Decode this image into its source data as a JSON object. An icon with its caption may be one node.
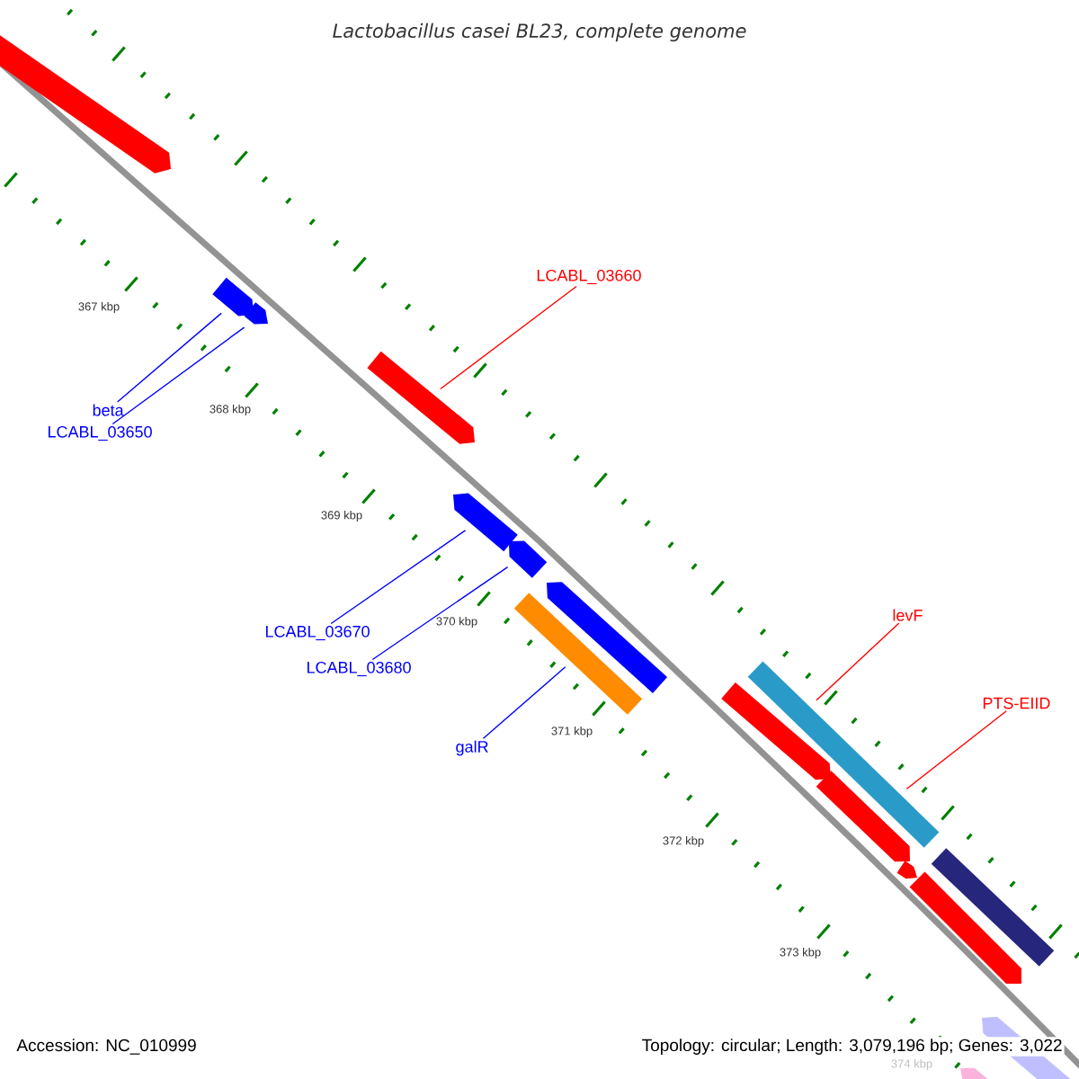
{
  "diagram": {
    "title": "Lactobacillus casei BL23, complete genome",
    "nodes": [
      {
        "text": [
          "LCABL_03660"
        ]
      },
      {
        "text": [],
        "shape": "arrow"
      },
      {
        "text": [
          "beta"
        ]
      },
      {
        "text": [
          "LCABL_03650"
        ]
      },
      {
        "text": [],
        "shape": "arrow"
      },
      {
        "text": [],
        "shape": "arrow"
      },
      {
        "text": [
          "LCABL_03670"
        ]
      },
      {
        "text": [
          "LCABL_03680"
        ]
      },
      {
        "text": [],
        "shape": "arrow"
      },
      {
        "text": [],
        "shape": "arrow"
      },
      {
        "text": [
          "galR"
        ]
      },
      {
        "text": [],
        "shape": "arrow"
      },
      {
        "text": [
          "levF"
        ]
      },
      {
        "text": [],
        "shape": "arrow"
      },
      {
        "text": [
          "PTS-EIID"
        ]
      },
      {
        "text": [],
        "shape": "arrow"
      },
      {
        "text": [],
        "shape": "arrow"
      },
      {
        "text": [],
        "shape": "bar"
      },
      {
        "text": [],
        "shape": "bar"
      },
      {
        "text": [],
        "shape": "bar"
      },
      {
        "text": [],
        "shape": "arrow"
      },
      {
        "text": [],
        "shape": "arrow"
      },
      {
        "text": [],
        "shape": "arrow"
      }
    ],
    "edges": [
      {
        "from": 0,
        "to": 1,
        "arrow": "none",
        "color": "#ff0000"
      },
      {
        "from": 2,
        "to": 4,
        "arrow": "none"
      },
      {
        "from": 3,
        "to": 5,
        "arrow": "none"
      },
      {
        "from": 6,
        "to": 8,
        "arrow": "none"
      },
      {
        "from": 7,
        "to": 9,
        "arrow": "none"
      },
      {
        "from": 10,
        "to": 11,
        "arrow": "none"
      },
      {
        "from": 12,
        "to": 13,
        "arrow": "none",
        "color": "#ff0000"
      },
      {
        "from": 14,
        "to": 15,
        "arrow": "none",
        "color": "#ff0000"
      }
    ],
    "labels": [
      "367 kbp",
      "368 kbp",
      "369 kbp",
      "370 kbp",
      "371 kbp",
      "372 kbp",
      "373 kbp",
      "374 kbp",
      "Accession: NC_010999",
      "Topology: circular; Length: 3,079,196 bp; Genes: 3,022"
    ]
  }
}
